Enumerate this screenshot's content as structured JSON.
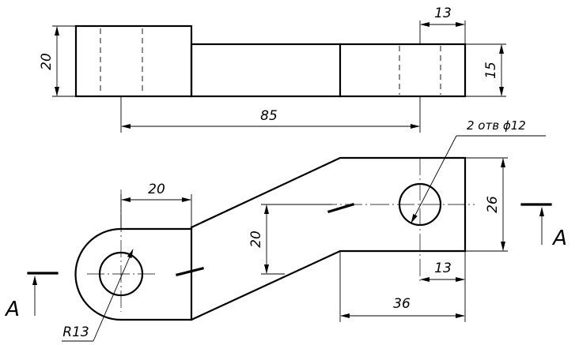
{
  "dimensions": {
    "top_height": "20",
    "top_hole_spacing": "13",
    "top_thickness": "15",
    "top_length": "85",
    "front_width_20": "20",
    "front_offset_20": "20",
    "front_height_26": "26",
    "front_hole_pos_13": "13",
    "front_length_36": "36",
    "front_radius": "R13"
  },
  "notes": {
    "hole_callout": "2 отв ϕ12"
  },
  "section": {
    "left_label": "A",
    "right_label": "A"
  }
}
